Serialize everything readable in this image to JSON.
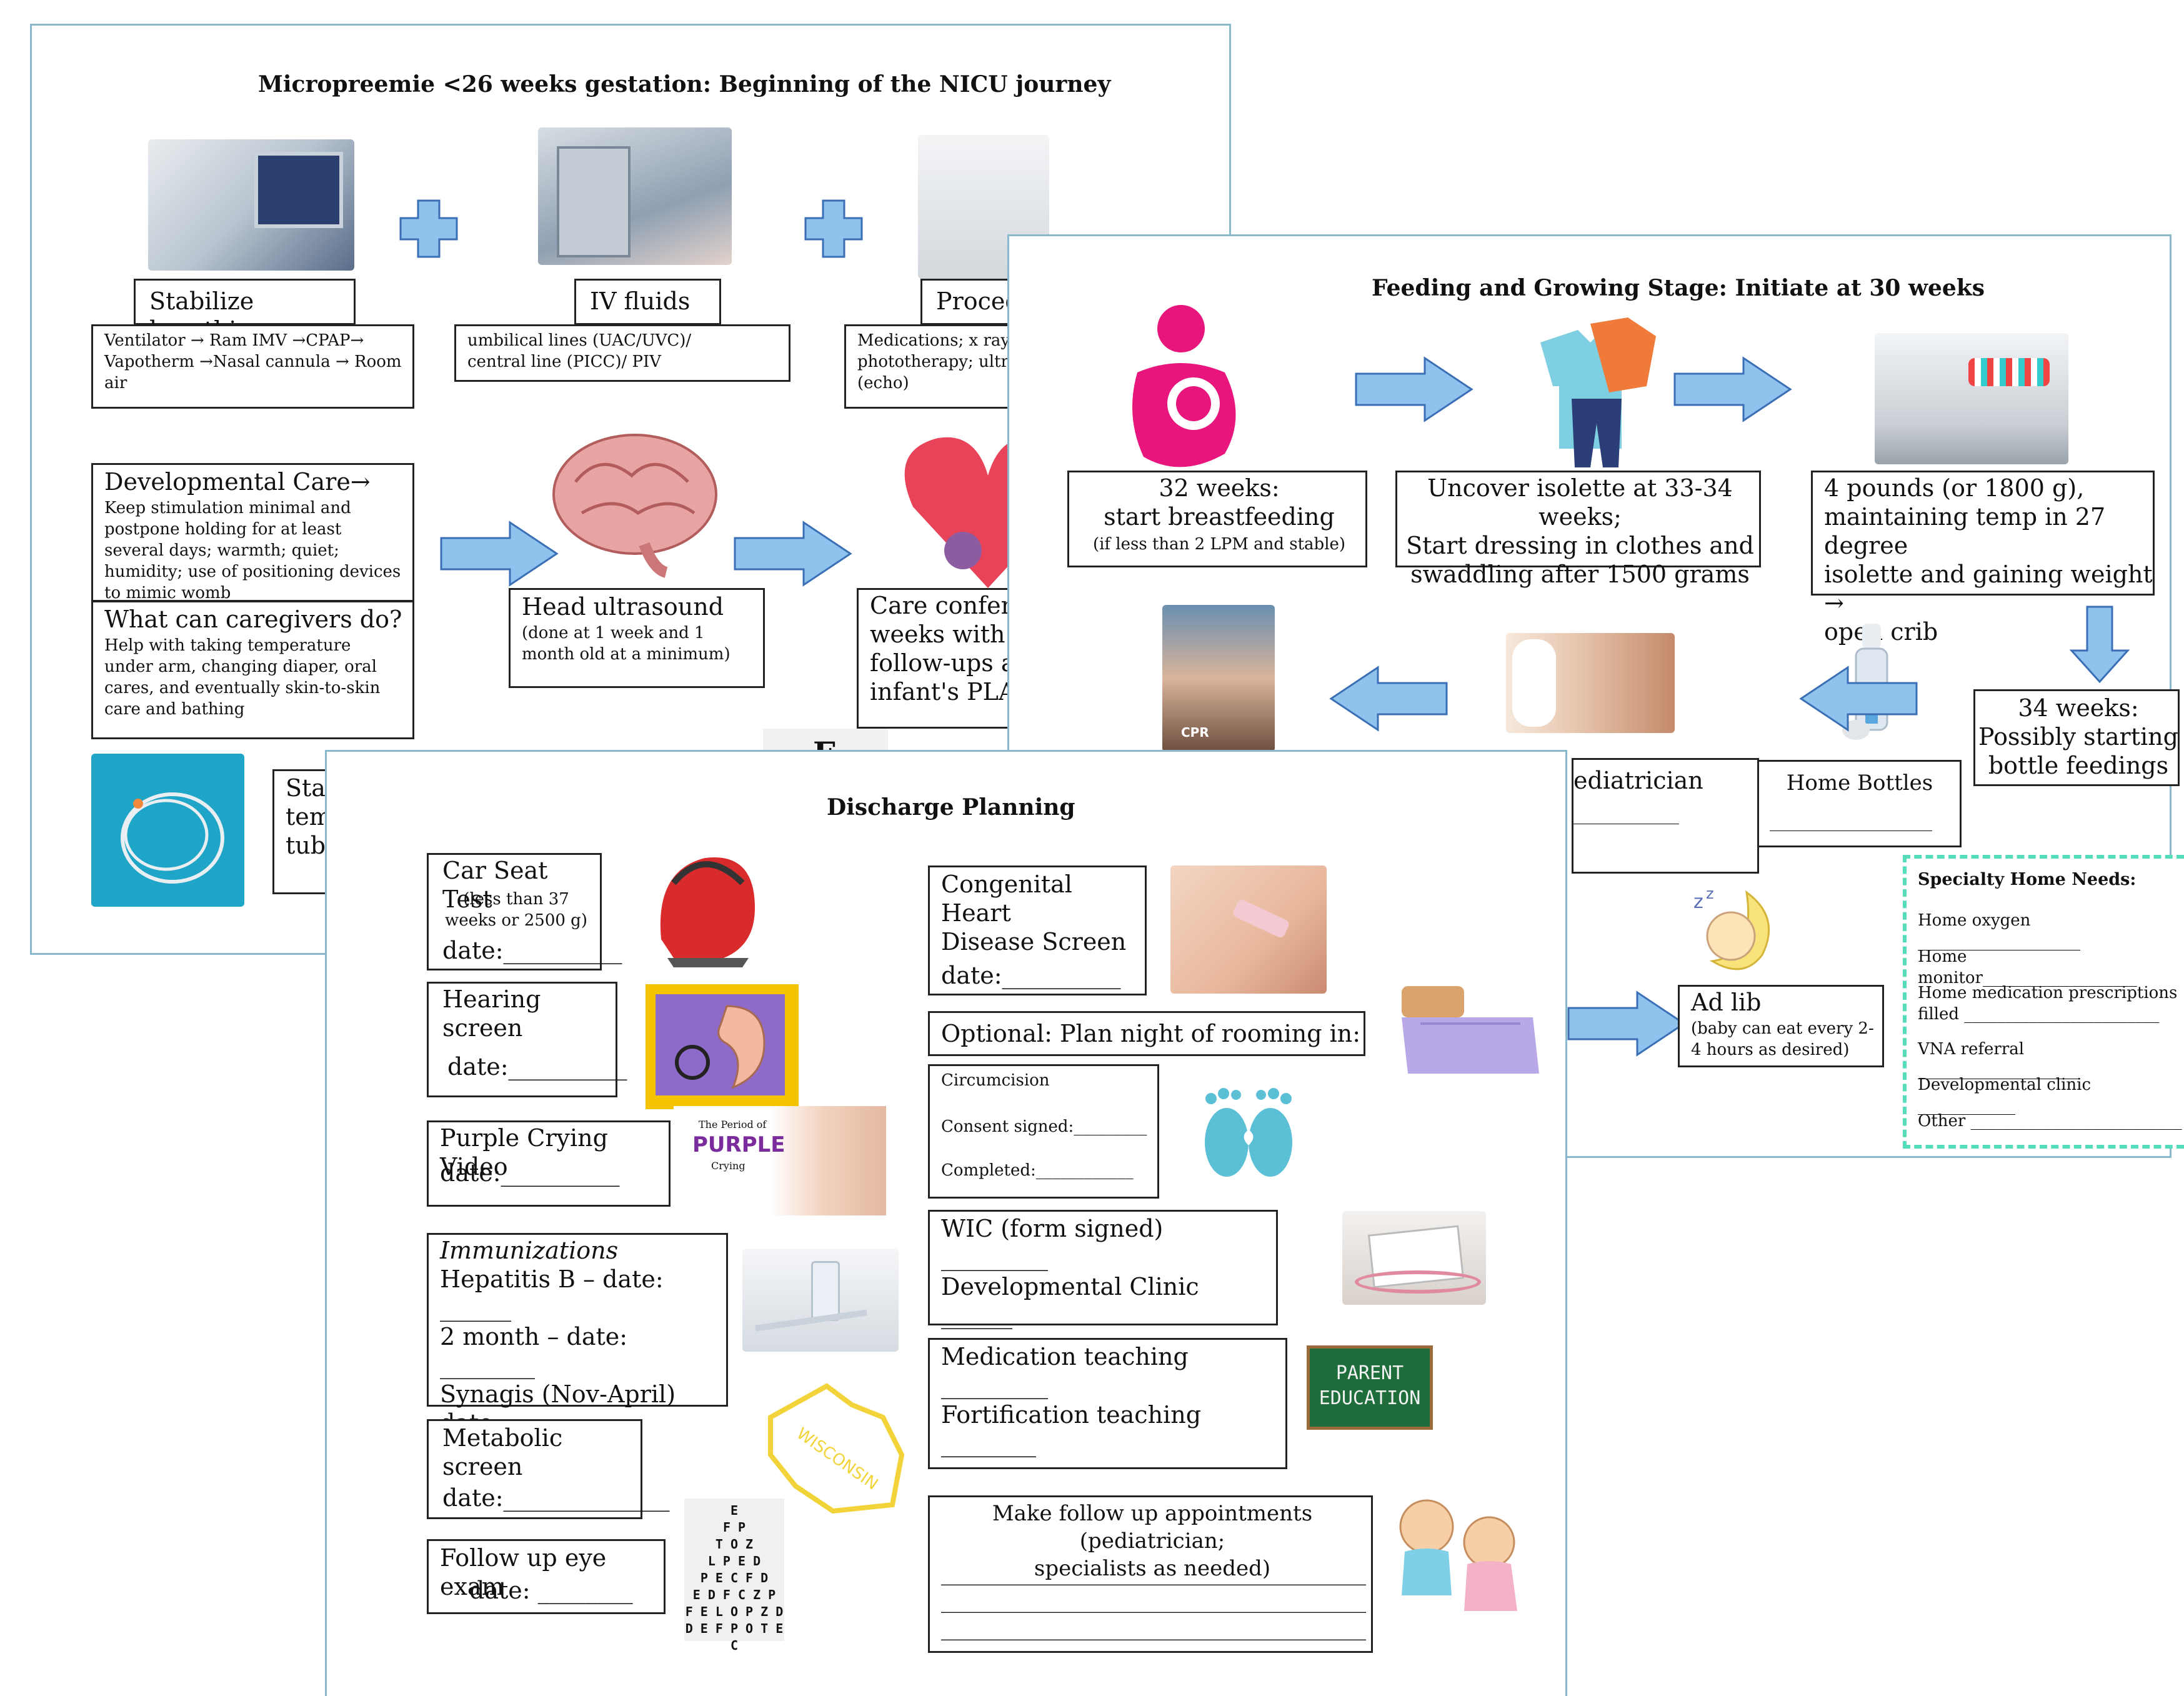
{
  "sheet1": {
    "title": "Micropreemie <26 weeks gestation: Beginning of the NICU journey",
    "stabilize_label": "Stabilize breathing",
    "stabilize_detail": "Ventilator → Ram IMV →CPAP→ Vapotherm →Nasal cannula → Room air",
    "iv_label": "IV fluids",
    "iv_detail": "umbilical lines (UAC/UVC)/\ncentral line (PICC)/ PIV",
    "proc_label": "Proced",
    "proc_detail": "Medications; x ray;\nphototherapy; ultra\n(echo)",
    "dev_care_title": "Developmental Care→",
    "dev_care_text": "Keep stimulation minimal and postpone holding for at least several days; warmth; quiet; humidity; use of positioning devices to mimic womb",
    "caregivers_title": "What can caregivers do?",
    "caregivers_text": "Help with taking temperature under arm, changing diaper, oral cares, and eventually skin-to-skin care and bathing",
    "head_us_title": "Head ultrasound",
    "head_us_text": "(done at 1 week and 1 month old at a minimum)",
    "care_conf_text": "Care conferen\nweeks with m\nfollow-ups ar\ninfant's PLAN",
    "start_text": "Star\ntem\ntube",
    "eye_letter": "E"
  },
  "sheet2": {
    "title": "Feeding and Growing Stage: Initiate at 30 weeks",
    "box1_main": "32 weeks:\nstart breastfeeding",
    "box1_sub": "(if less than 2 LPM and stable)",
    "box2": "Uncover isolette at 33-34 weeks;\nStart dressing in clothes and\nswaddling after 1500 grams",
    "box3": "4 pounds (or 1800 g),\nmaintaining temp in 27 degree\nisolette and gaining weight →\nopen crib",
    "box4": "34 weeks:\nPossibly starting\nbottle feedings",
    "home_bottles": "Home Bottles",
    "home_bottles_line": "____________________",
    "pediatrician": "ediatrician",
    "pediatrician_line": "_____________",
    "adlib_title": "Ad lib",
    "adlib_text": "(baby can eat every 2-\n4 hours as desired)",
    "cpr_label": "CPR",
    "specialty": {
      "title": "Specialty Home Needs:",
      "items": [
        "Home oxygen ____________________",
        "Home monitor___________________",
        "Home medication prescriptions\nfilled ________________________",
        "VNA referral ____________________",
        "Developmental clinic ____________",
        "Other __________________________"
      ]
    }
  },
  "sheet3": {
    "title": "Discharge Planning",
    "car_seat": "Car Seat Test",
    "car_seat_sub": "(less than 37\nweeks or 2500 g)",
    "car_seat_date": "date:__________",
    "hearing": "Hearing screen",
    "hearing_date": "date:__________",
    "purple": "Purple Crying Video",
    "purple_date": "date:__________",
    "purple_img_top": "The Period of",
    "purple_img_main": "PURPLE",
    "purple_img_sub": "Crying",
    "imm_title": "Immunizations",
    "imm_lines": "Hepatitis B – date: ______\n2 month – date: ________\nSynagis (Nov-April)\n        date: ________",
    "metabolic": "Metabolic screen",
    "metabolic_date": "date:______________",
    "eye_exam": "Follow up eye exam",
    "eye_exam_date": "date: ________",
    "chd": "Congenital Heart\nDisease Screen",
    "chd_date": "date:__________",
    "rooming": "Optional: Plan night of rooming in: _____",
    "circ_title": "Circumcision",
    "circ_consent": "Consent signed:_________",
    "circ_completed": "Completed:____________",
    "wic": "WIC (form signed) _________",
    "dev_clinic": "Developmental Clinic ______",
    "med_teach": "Medication teaching _________",
    "fort_teach": "Fortification teaching ________",
    "parent_ed": "PARENT\nEDUCATION",
    "followup": "Make follow up appointments (pediatrician;\nspecialists as needed)",
    "followup_lines": "________________________________________\n________________________________________\n________________________________________",
    "wisconsin": "WISCONSIN",
    "eye_chart": "E\nF P\nT O Z\nL P E D\nP E C F D\nE D F C Z P\nF E L O P Z D\nD E F P O T E C"
  },
  "colors": {
    "arrow_fill": "#8fc3ee",
    "arrow_stroke": "#3b6fb5",
    "dashed_border": "#55ddbb",
    "sheet_border": "#8ab8cc",
    "breastfeeding_pink": "#e8167c"
  }
}
